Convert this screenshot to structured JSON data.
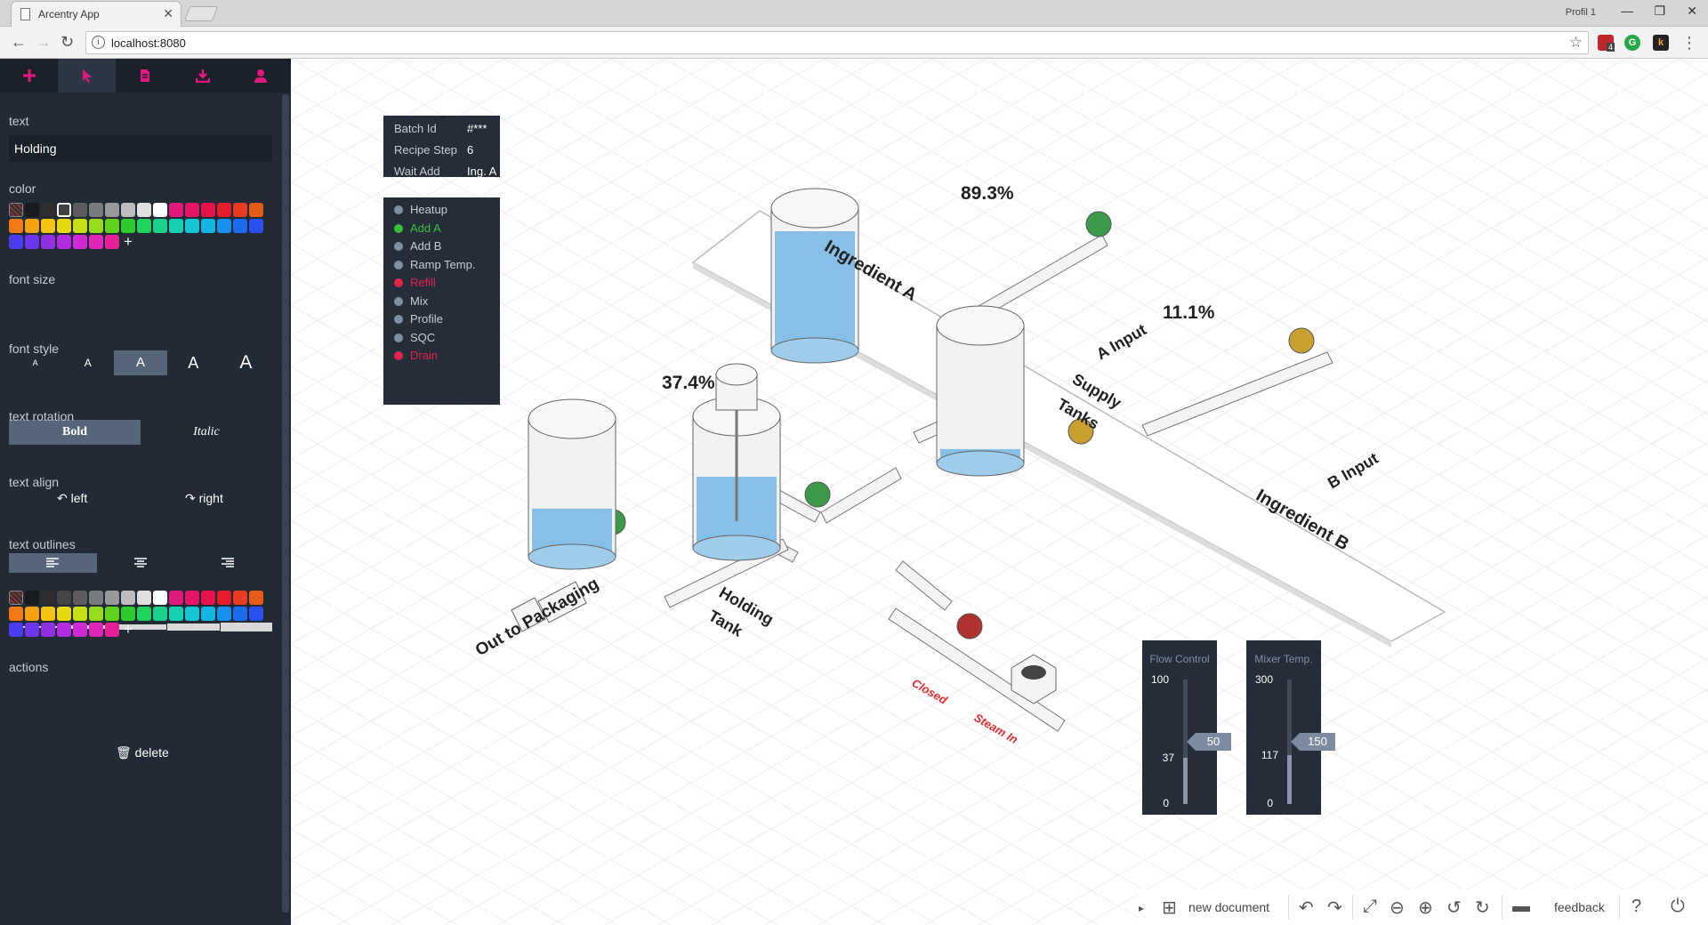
{
  "browser": {
    "tab_title": "Arcentry App",
    "url": "localhost:8080",
    "profile": "Profil 1",
    "ext_badge": "4"
  },
  "sidebar": {
    "tools": [
      "add-icon",
      "pointer-icon",
      "document-icon",
      "download-icon",
      "user-icon"
    ],
    "accent": "#e0197d",
    "text_label": "text",
    "text_value": "Holding",
    "color_label": "color",
    "font_size_label": "font size",
    "font_size_glyph": "A",
    "font_style_label": "font style",
    "bold_label": "Bold",
    "italic_label": "Italic",
    "rotation_label": "text rotation",
    "rotate_left": "left",
    "rotate_right": "right",
    "align_label": "text align",
    "outlines_label": "text outlines",
    "actions_label": "actions",
    "delete_label": "delete",
    "palette": [
      "#1a1a1a",
      "#2e2e2e",
      "#444",
      "#5c5c5c",
      "#7a7a7a",
      "#999",
      "#bdbdbd",
      "#e0e0e0",
      "#ffffff",
      "#e0197d",
      "#e61467",
      "#e6124a",
      "#e41c2c",
      "#e83b1f",
      "#e45a17",
      "#f07b12",
      "#f4a20f",
      "#f6c40d",
      "#e6d90e",
      "#c6e014",
      "#97dc18",
      "#5fd31a",
      "#2ecc2e",
      "#1ed25c",
      "#18d28b",
      "#15cfb2",
      "#12c7d1",
      "#14b4e6",
      "#1490ef",
      "#1b6cf0",
      "#2a4ff0",
      "#4a3df0",
      "#6c35ec",
      "#8f2fe6",
      "#b22ce0",
      "#d02ad6",
      "#e026b9",
      "#e62196"
    ]
  },
  "batch": {
    "rows": [
      {
        "label": "Batch Id",
        "value": "#***"
      },
      {
        "label": "Recipe Step",
        "value": "6"
      },
      {
        "label": "Wait Add",
        "value": "Ing. A"
      }
    ]
  },
  "steps": [
    {
      "label": "Heatup",
      "color": "#8090a4",
      "state": "idle"
    },
    {
      "label": "Add A",
      "color": "#3bbf3b",
      "state": "active"
    },
    {
      "label": "Add B",
      "color": "#8090a4",
      "state": "idle"
    },
    {
      "label": "Ramp Temp.",
      "color": "#8090a4",
      "state": "idle"
    },
    {
      "label": "Refill",
      "color": "#e0234a",
      "state": "alarm"
    },
    {
      "label": "Mix",
      "color": "#8090a4",
      "state": "idle"
    },
    {
      "label": "Profile",
      "color": "#8090a4",
      "state": "idle"
    },
    {
      "label": "SQC",
      "color": "#8090a4",
      "state": "idle"
    },
    {
      "label": "Drain",
      "color": "#e0234a",
      "state": "alarm"
    }
  ],
  "diagram": {
    "tank_a_pct": "89.3%",
    "tank_b_pct": "11.1%",
    "holding_pct": "37.4%",
    "tank_a_fill": 0.893,
    "tank_b_fill": 0.111,
    "holding_fill": 0.374,
    "ingredient_a": "Ingredient A",
    "ingredient_b": "Ingredient B",
    "a_input": "A Input",
    "b_input": "B Input",
    "supply_tanks_1": "Supply",
    "supply_tanks_2": "Tanks",
    "out_to_packaging": "Out to Packaging",
    "holding_1": "Holding",
    "holding_2": "Tank",
    "closed": "Closed",
    "steam_in": "Steam In",
    "valve_green": "#3a9a4a",
    "valve_red": "#b03030",
    "valve_yellow": "#c8a030",
    "liquid": "#87bfe6"
  },
  "flow_control": {
    "caption": "Flow Control",
    "max": "100",
    "min": "0",
    "current": "37",
    "setpoint": "50",
    "current_value": 37,
    "setpoint_value": 50,
    "range_max": 100
  },
  "mixer_temp": {
    "caption": "Mixer Temp.",
    "max": "300",
    "min": "0",
    "current": "117",
    "setpoint": "150",
    "current_value": 117,
    "setpoint_value": 150,
    "range_max": 300
  },
  "bottom": {
    "new_document": "new document",
    "feedback": "feedback"
  }
}
